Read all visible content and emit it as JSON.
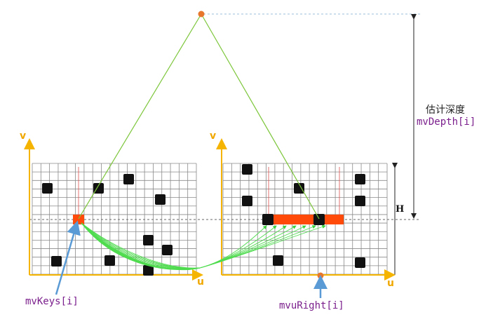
{
  "labels": {
    "left_v": "v",
    "left_u": "u",
    "right_v": "v",
    "right_u": "u",
    "depth_zh": "估计深度",
    "depth_var": "mvDepth[i]",
    "height": "H",
    "keys": "mvKeys[i]",
    "right_coord": "mvuRight[i]"
  },
  "colors": {
    "axis": "#f5b400",
    "grid": "#8a8a8a",
    "ray": "#7cc63a",
    "match_curve": "#4fdc4f",
    "highlight": "#ff4a0a",
    "arrow_blue": "#5b9bd5",
    "label_purple": "#7a1e8c",
    "point": "#e8772e",
    "dashed": "#9bbcd9"
  },
  "icons": {
    "camera_point": "orange-dot",
    "feature": "black-square",
    "search_band": "orange-bar"
  }
}
